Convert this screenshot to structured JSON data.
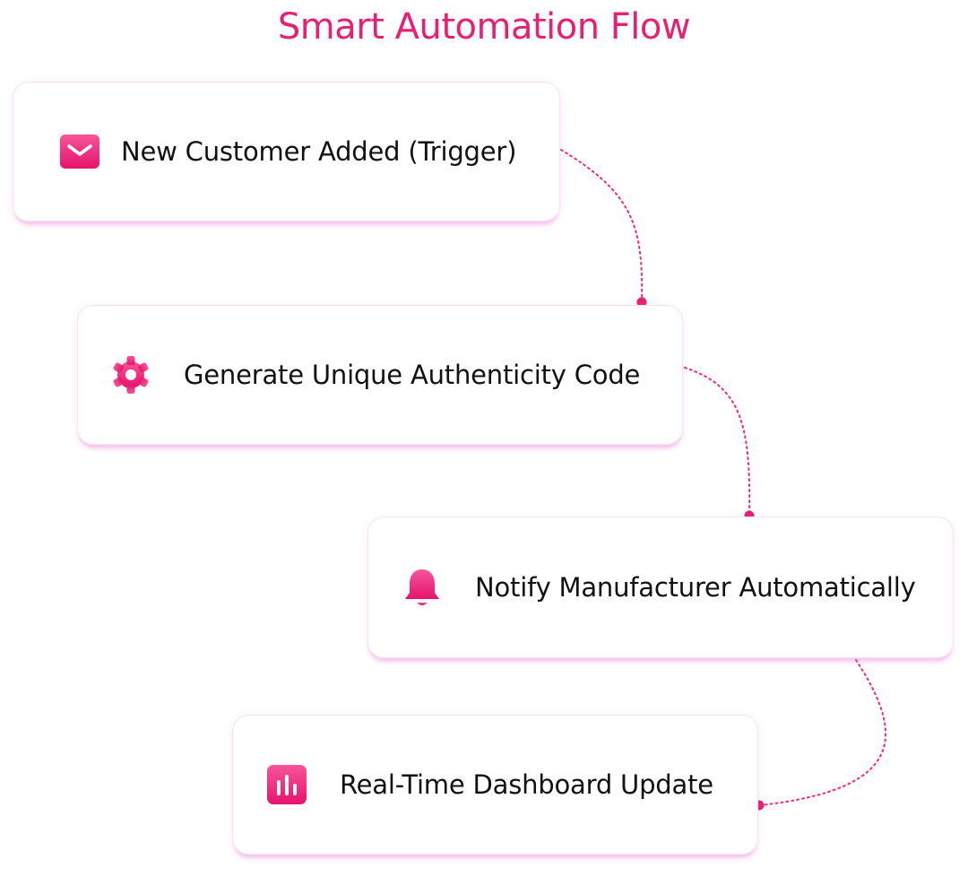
{
  "title": "Smart Automation Flow",
  "colors": {
    "accent": "#e81f74",
    "connector": "#ea2e7e",
    "icon_top": "#f7559a",
    "icon_bottom": "#e6136c"
  },
  "steps": [
    {
      "label": "New Customer Added (Trigger)",
      "icon": "mail-icon"
    },
    {
      "label": "Generate Unique Authenticity Code",
      "icon": "gear-icon"
    },
    {
      "label": "Notify Manufacturer Automatically",
      "icon": "bell-icon"
    },
    {
      "label": "Real-Time Dashboard Update",
      "icon": "bar-chart-icon"
    }
  ]
}
